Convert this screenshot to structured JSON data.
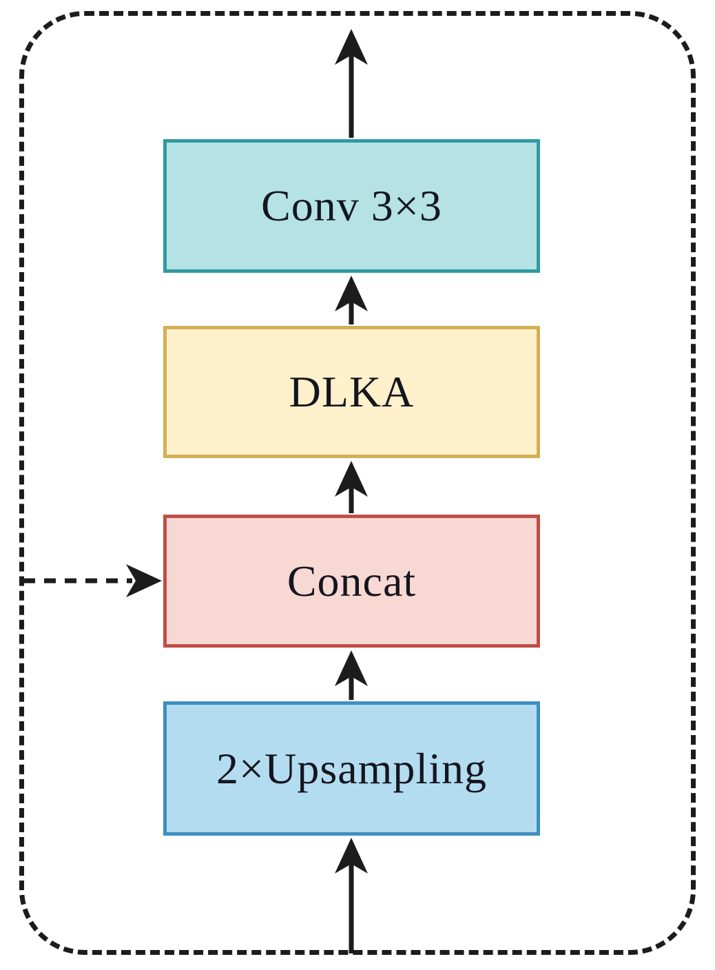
{
  "figure": {
    "kind": "neural-network-decoder-block-diagram",
    "blocks": [
      {
        "id": "conv3x3",
        "label": "Conv 3×3",
        "fill": "#b5e2e4",
        "border": "#2f9aa2"
      },
      {
        "id": "dlka",
        "label": "DLKA",
        "fill": "#fdf0cb",
        "border": "#d3af55"
      },
      {
        "id": "concat",
        "label": "Concat",
        "fill": "#f8d8d3",
        "border": "#bf4e46"
      },
      {
        "id": "upsampling",
        "label": "2×Upsampling",
        "fill": "#b4dcf0",
        "border": "#3f8fc1"
      }
    ],
    "arrows": [
      {
        "from": "bottom-of-outline",
        "to": "2×Upsampling",
        "style": "solid",
        "direction": "up",
        "icon": "arrow-up-icon"
      },
      {
        "from": "2×Upsampling",
        "to": "Concat",
        "style": "solid",
        "direction": "up",
        "icon": "arrow-up-icon"
      },
      {
        "from": "left-of-outline",
        "to": "Concat",
        "style": "dashed",
        "direction": "right",
        "icon": "dashed-arrow-right-icon"
      },
      {
        "from": "Concat",
        "to": "DLKA",
        "style": "solid",
        "direction": "up",
        "icon": "arrow-up-icon"
      },
      {
        "from": "DLKA",
        "to": "Conv 3×3",
        "style": "solid",
        "direction": "up",
        "icon": "arrow-up-icon"
      },
      {
        "from": "Conv 3×3",
        "to": "top-of-outline",
        "style": "solid",
        "direction": "up",
        "icon": "arrow-up-icon"
      }
    ],
    "colors": {
      "outline": "#1c1c1c",
      "arrow": "#1c1c1c",
      "text": "#14161f",
      "background": "#ffffff"
    }
  }
}
